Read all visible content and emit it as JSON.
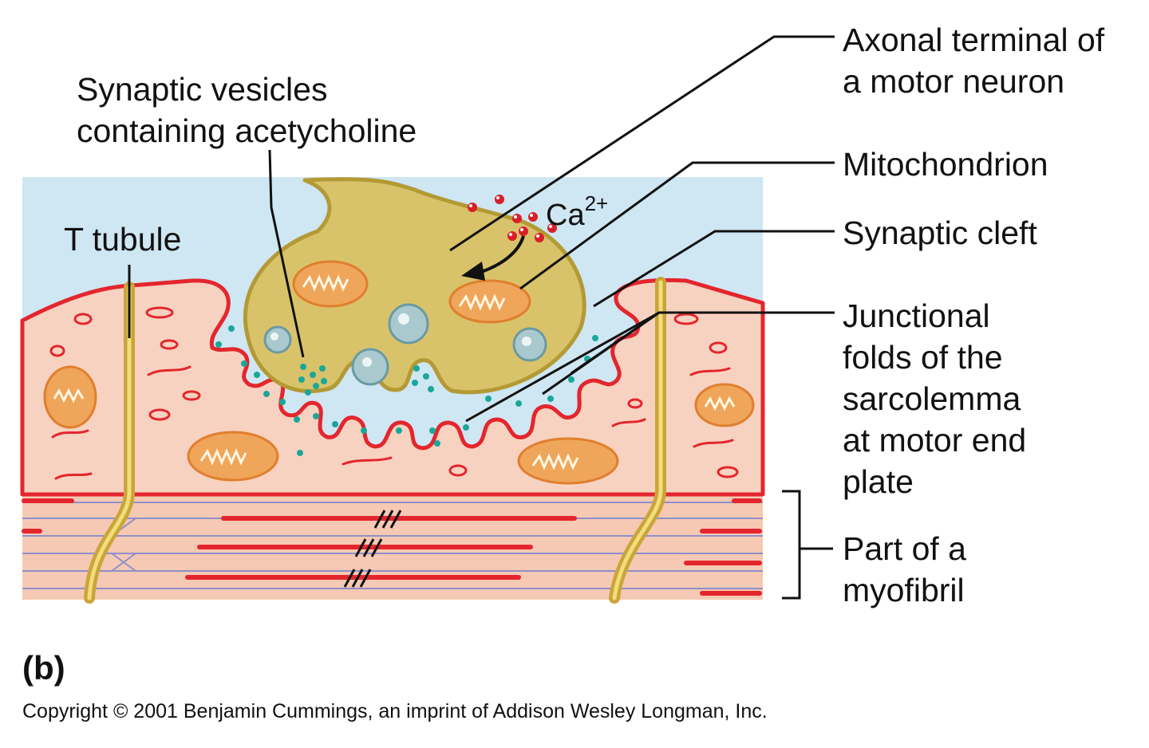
{
  "labels": {
    "synaptic_vesicles": [
      "Synaptic vesicles",
      "containing acetycholine"
    ],
    "axonal_terminal": [
      "Axonal terminal of",
      "a motor neuron"
    ],
    "mitochondrion": "Mitochondrion",
    "synaptic_cleft": "Synaptic cleft",
    "junctional_folds": [
      "Junctional",
      "folds of the",
      "sarcolemma",
      "at motor end",
      "plate"
    ],
    "myofibril": [
      "Part of a",
      "myofibril"
    ],
    "t_tubule": "T tubule",
    "ion_base": "Ca",
    "ion_charge": "2+"
  },
  "panel_tag": "(b)",
  "copyright": "Copyright © 2001 Benjamin Cummings, an imprint of Addison Wesley Longman, Inc.",
  "colors": {
    "extracellular": "#cfe6f3",
    "muscle_fill": "#f8d2c0",
    "sarcolemma": "#e3262d",
    "terminal_fill": "#d9c36a",
    "terminal_edge": "#b39a34",
    "mitochondria": "#efa55a",
    "vesicle": "#a9c9cf",
    "acetylcholine": "#1aa79a",
    "calcium": "#d8202a",
    "myofibril_line": "#8f8fc9"
  }
}
